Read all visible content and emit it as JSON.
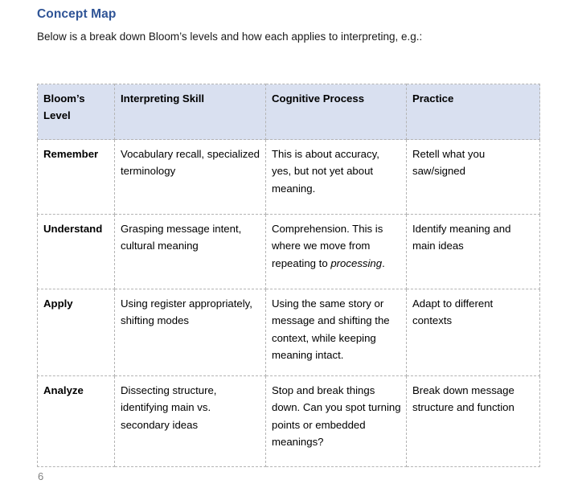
{
  "document": {
    "heading": "Concept Map",
    "intro": "Below is a break down Bloom’s levels and how each applies to interpreting, e.g.:",
    "page_number": "6",
    "colors": {
      "heading": "#2f5496",
      "table_header_fill": "#d9e0f0",
      "table_border": "#b4b4b4",
      "page_number": "#808080",
      "body_text": "#1a1a1a"
    }
  },
  "table": {
    "columns": [
      {
        "label": "Bloom’s Level"
      },
      {
        "label": "Interpreting Skill"
      },
      {
        "label": "Cognitive Process"
      },
      {
        "label": "Practice"
      }
    ],
    "rows": [
      {
        "level": "Remember",
        "interpreting_skill": "Vocabulary recall, specialized terminology",
        "cognitive_process_pre": "This is about accuracy, yes, but not yet about meaning.",
        "cognitive_process_em": "",
        "cognitive_process_post": "",
        "practice": "Retell what you saw/signed"
      },
      {
        "level": "Understand",
        "interpreting_skill": "Grasping message intent, cultural meaning",
        "cognitive_process_pre": "Comprehension. This is where we move from repeating to ",
        "cognitive_process_em": "processing",
        "cognitive_process_post": ".",
        "practice": "Identify meaning and main ideas"
      },
      {
        "level": "Apply",
        "interpreting_skill": "Using register appropriately, shifting modes",
        "cognitive_process_pre": "Using the same story or message and shifting the context, while keeping meaning intact.",
        "cognitive_process_em": "",
        "cognitive_process_post": "",
        "practice": "Adapt to different contexts"
      },
      {
        "level": "Analyze",
        "interpreting_skill": "Dissecting structure, identifying main vs. secondary ideas",
        "cognitive_process_pre": "Stop and break things down. Can you spot turning points or embedded meanings?",
        "cognitive_process_em": "",
        "cognitive_process_post": "",
        "practice": "Break down message structure and function"
      }
    ]
  }
}
